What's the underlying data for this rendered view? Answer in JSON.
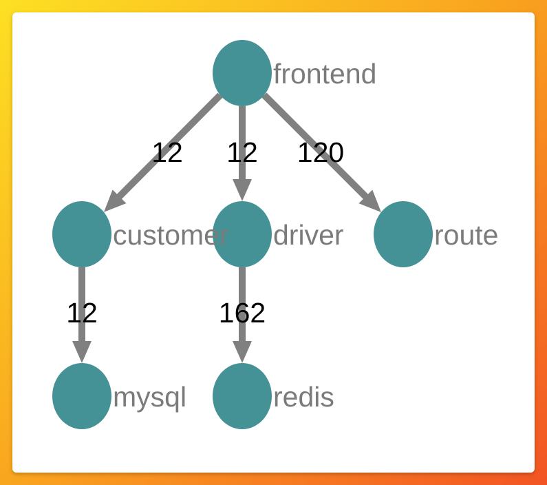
{
  "colors": {
    "node": "#449296",
    "edge": "#808080",
    "node_label": "#7b7b7b",
    "edge_label": "#000000"
  },
  "nodes": [
    {
      "id": "frontend",
      "label": "frontend"
    },
    {
      "id": "customer",
      "label": "customer"
    },
    {
      "id": "driver",
      "label": "driver"
    },
    {
      "id": "route",
      "label": "route"
    },
    {
      "id": "mysql",
      "label": "mysql"
    },
    {
      "id": "redis",
      "label": "redis"
    }
  ],
  "edges": [
    {
      "from": "frontend",
      "to": "customer",
      "label": "12"
    },
    {
      "from": "frontend",
      "to": "driver",
      "label": "12"
    },
    {
      "from": "frontend",
      "to": "route",
      "label": "120"
    },
    {
      "from": "customer",
      "to": "mysql",
      "label": "12"
    },
    {
      "from": "driver",
      "to": "redis",
      "label": "162"
    }
  ]
}
